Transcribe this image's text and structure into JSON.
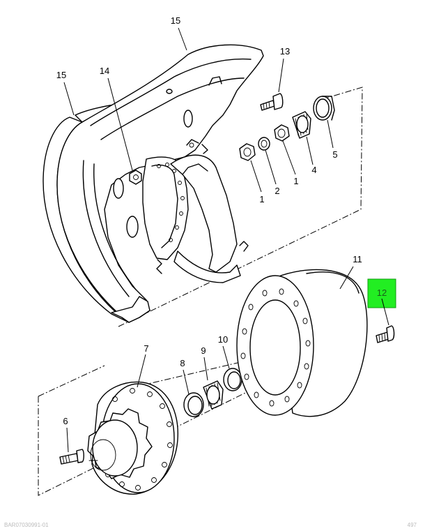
{
  "diagram": {
    "callouts": {
      "c1a": "1",
      "c1b": "1",
      "c2": "2",
      "c4": "4",
      "c5": "5",
      "c6": "6",
      "c7": "7",
      "c8": "8",
      "c9": "9",
      "c10": "10",
      "c11": "11",
      "c12": "12",
      "c13": "13",
      "c14": "14",
      "c15a": "15",
      "c15b": "15"
    },
    "highlight": {
      "callout": "12",
      "color": "#22ee22"
    }
  },
  "footer": {
    "left_text": "BAR07030991-01",
    "right_text": "497"
  }
}
